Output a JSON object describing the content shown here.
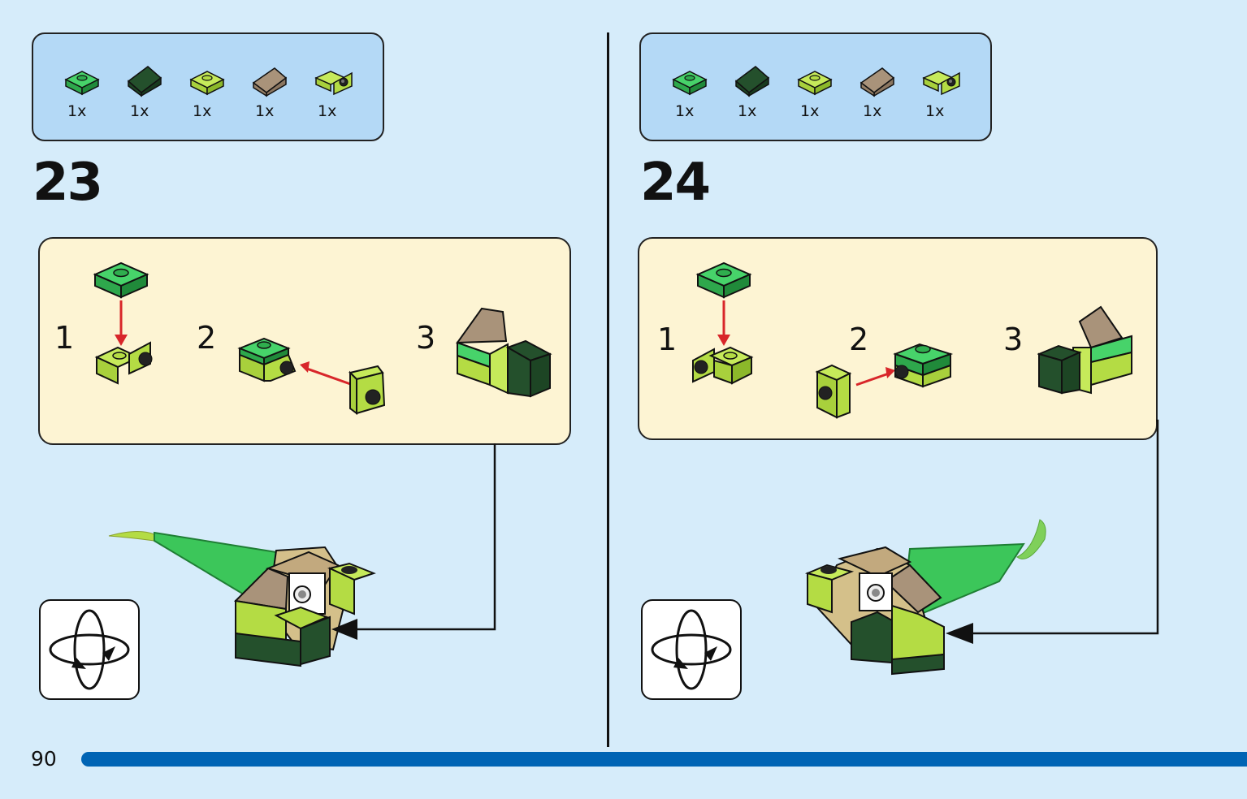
{
  "page": {
    "number": "90"
  },
  "colors": {
    "background": "#d6ecfa",
    "parts_box": "#b4d9f6",
    "sub_box": "#fdf4d3",
    "page_bar": "#0064b4",
    "bright_green": "#3cc65a",
    "dark_green": "#24502c",
    "lime": "#b8e04a",
    "tan": "#a9937a",
    "arrow_red": "#d8262a"
  },
  "steps": [
    {
      "number": "23",
      "parts": [
        {
          "qty": "1x",
          "icon": "bright-green-plate-icon"
        },
        {
          "qty": "1x",
          "icon": "dark-green-slope-icon"
        },
        {
          "qty": "1x",
          "icon": "lime-plate-icon"
        },
        {
          "qty": "1x",
          "icon": "tan-slope-icon"
        },
        {
          "qty": "1x",
          "icon": "lime-bracket-icon"
        }
      ],
      "substeps": [
        "1",
        "2",
        "3"
      ]
    },
    {
      "number": "24",
      "parts": [
        {
          "qty": "1x",
          "icon": "bright-green-plate-icon"
        },
        {
          "qty": "1x",
          "icon": "dark-green-slope-icon"
        },
        {
          "qty": "1x",
          "icon": "lime-plate-icon"
        },
        {
          "qty": "1x",
          "icon": "tan-slope-icon"
        },
        {
          "qty": "1x",
          "icon": "lime-bracket-icon"
        }
      ],
      "substeps": [
        "1",
        "2",
        "3"
      ]
    }
  ]
}
